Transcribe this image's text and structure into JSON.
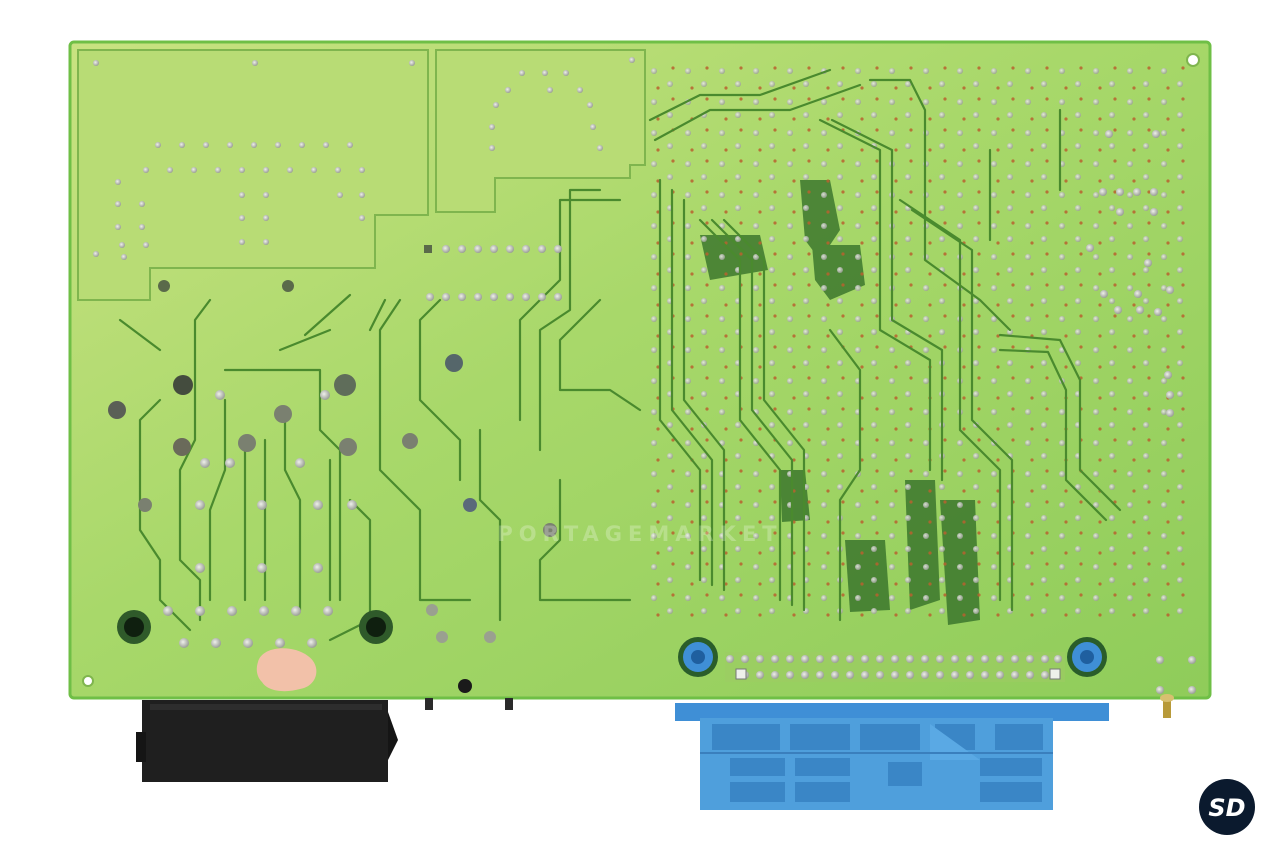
{
  "photo": {
    "subject": "pcb-underside",
    "colors": {
      "background": "#ffffff",
      "board": "#a8d86a",
      "board_edge": "#6fbf46",
      "trace": "#4a8a2e",
      "dark_copper_fill": "#2f6b26",
      "pad": "#c9ccc4",
      "blue_connector": "#4f9fdc",
      "black_connector": "#1f1f1f",
      "logo_bg": "#0b1a2e",
      "logo_text": "#ffffff",
      "watermark": "#ffffff"
    }
  },
  "watermark": {
    "text": "PORTAGEMARKET"
  },
  "logo": {
    "text": "SD"
  }
}
